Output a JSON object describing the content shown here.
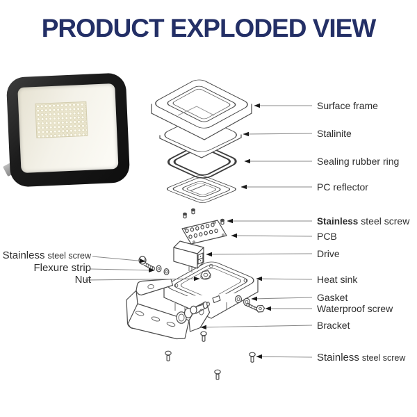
{
  "title": "PRODUCT EXPLODED VIEW",
  "labels": {
    "right": [
      {
        "text": "Surface frame"
      },
      {
        "text": "Stalinite"
      },
      {
        "text": "Sealing rubber ring"
      },
      {
        "text": "PC reflector"
      },
      {
        "lead": "Stainless",
        "rest": "steel screw"
      },
      {
        "text": "PCB"
      },
      {
        "text": "Drive"
      },
      {
        "text": "Heat sink"
      },
      {
        "text": "Gasket"
      },
      {
        "text": "Waterproof screw"
      },
      {
        "text": "Bracket"
      },
      {
        "lead": "Stainless",
        "rest": "steel screw"
      }
    ],
    "left": [
      {
        "lead": "Stainless",
        "rest": "steel screw"
      },
      {
        "text": "Flexure strip"
      },
      {
        "text": "Nut"
      }
    ]
  },
  "colors": {
    "title": "#232f66",
    "label_text": "#2e2e2e",
    "line_art": "#4a4a4a",
    "leader_line": "#8a8a8a",
    "arrowhead": "#1a1a1a",
    "rubber_ring": "#3f3f3f",
    "floodlight_body": "#1b1b1b",
    "floodlight_face": "#f3f0e5",
    "led_panel": "#eae5cd",
    "mounting_foot": "#9b9b9b"
  }
}
